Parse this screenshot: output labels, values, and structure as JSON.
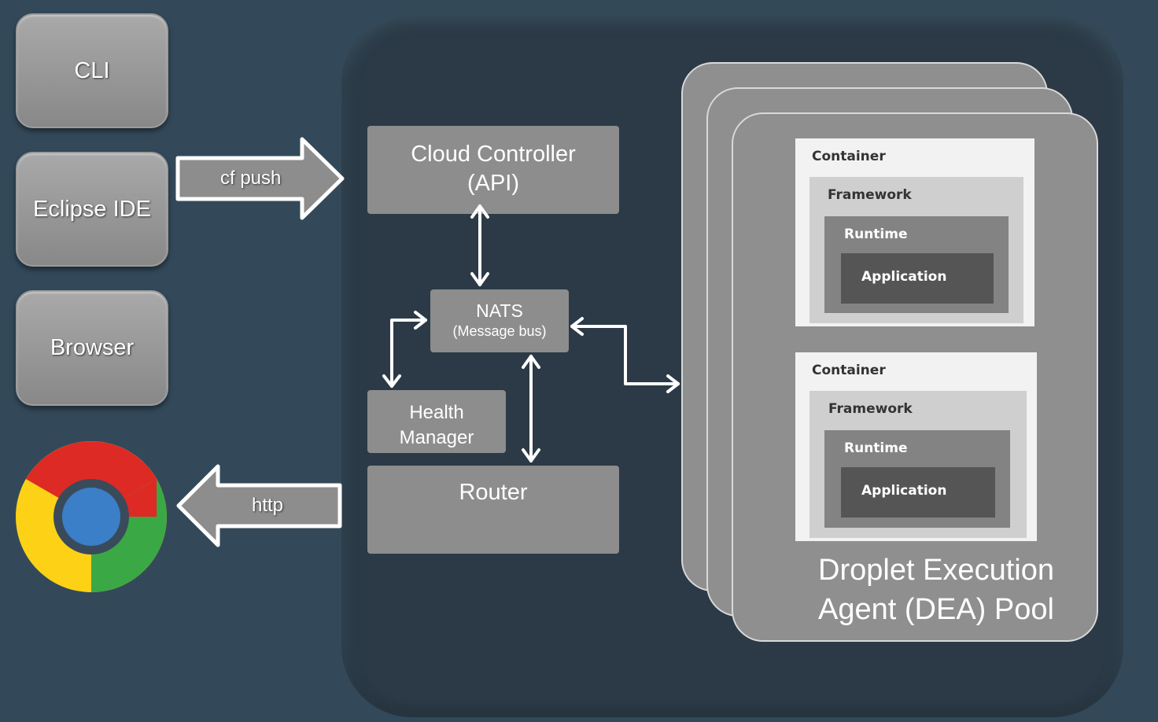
{
  "clients": {
    "cli": "CLI",
    "eclipse": "Eclipse IDE",
    "browser": "Browser"
  },
  "arrows": {
    "cf_push": "cf push",
    "http": "http"
  },
  "components": {
    "cloud_controller_line1": "Cloud Controller",
    "cloud_controller_line2": "(API)",
    "nats_line1": "NATS",
    "nats_line2": "(Message bus)",
    "health_line1": "Health",
    "health_line2": "Manager",
    "router": "Router"
  },
  "containers": [
    {
      "container": "Container",
      "framework": "Framework",
      "runtime": "Runtime",
      "application": "Application"
    },
    {
      "container": "Container",
      "framework": "Framework",
      "runtime": "Runtime",
      "application": "Application"
    }
  ],
  "pool": {
    "line1": "Droplet Execution",
    "line2": "Agent (DEA) Pool"
  },
  "colors": {
    "background": "#33495a",
    "panel": "#2b3a46",
    "component": "#8d8d8d",
    "chrome_red": "#dd2a25",
    "chrome_yellow": "#fdd216",
    "chrome_green": "#3aa845",
    "chrome_blue": "#3b7fc8"
  },
  "icons": {
    "browser_logo": "chrome-logo-icon"
  }
}
